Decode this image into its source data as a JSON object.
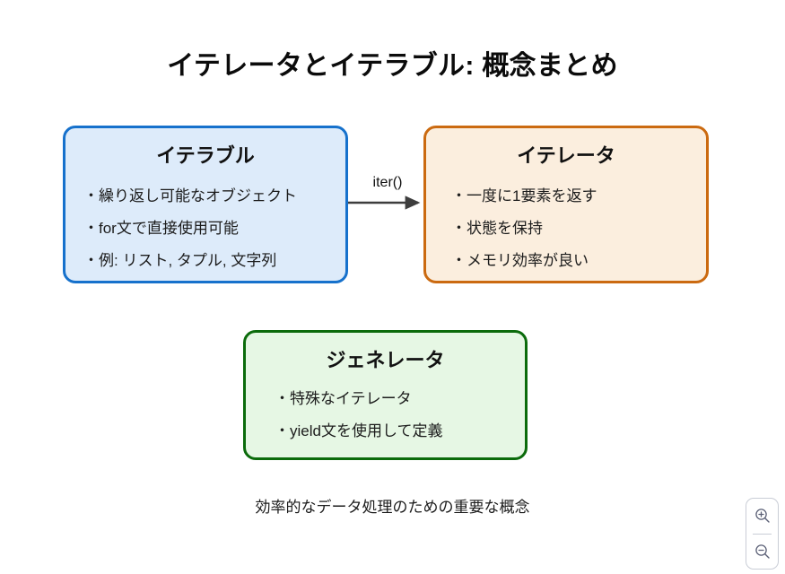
{
  "title": "イテレータとイテラブル: 概念まとめ",
  "caption": "効率的なデータ処理のための重要な概念",
  "bullet_marker": "・",
  "nodes": {
    "iterable": {
      "title": "イテラブル",
      "bullets": [
        "繰り返し可能なオブジェクト",
        "for文で直接使用可能",
        "例: リスト, タプル, 文字列"
      ],
      "border_color": "#1671cc",
      "fill_color": "#ddebfa"
    },
    "iterator": {
      "title": "イテレータ",
      "bullets": [
        "一度に1要素を返す",
        "状態を保持",
        "メモリ効率が良い"
      ],
      "border_color": "#cb6a10",
      "fill_color": "#fbeede"
    },
    "generator": {
      "title": "ジェネレータ",
      "bullets": [
        "特殊なイテレータ",
        "yield文を使用して定義"
      ],
      "border_color": "#0b6b0b",
      "fill_color": "#e6f7e4"
    }
  },
  "edge": {
    "label": "iter()",
    "color": "#3d3d3d"
  },
  "zoom_controls": {
    "zoom_in": "zoom-in-icon",
    "zoom_out": "zoom-out-icon"
  }
}
